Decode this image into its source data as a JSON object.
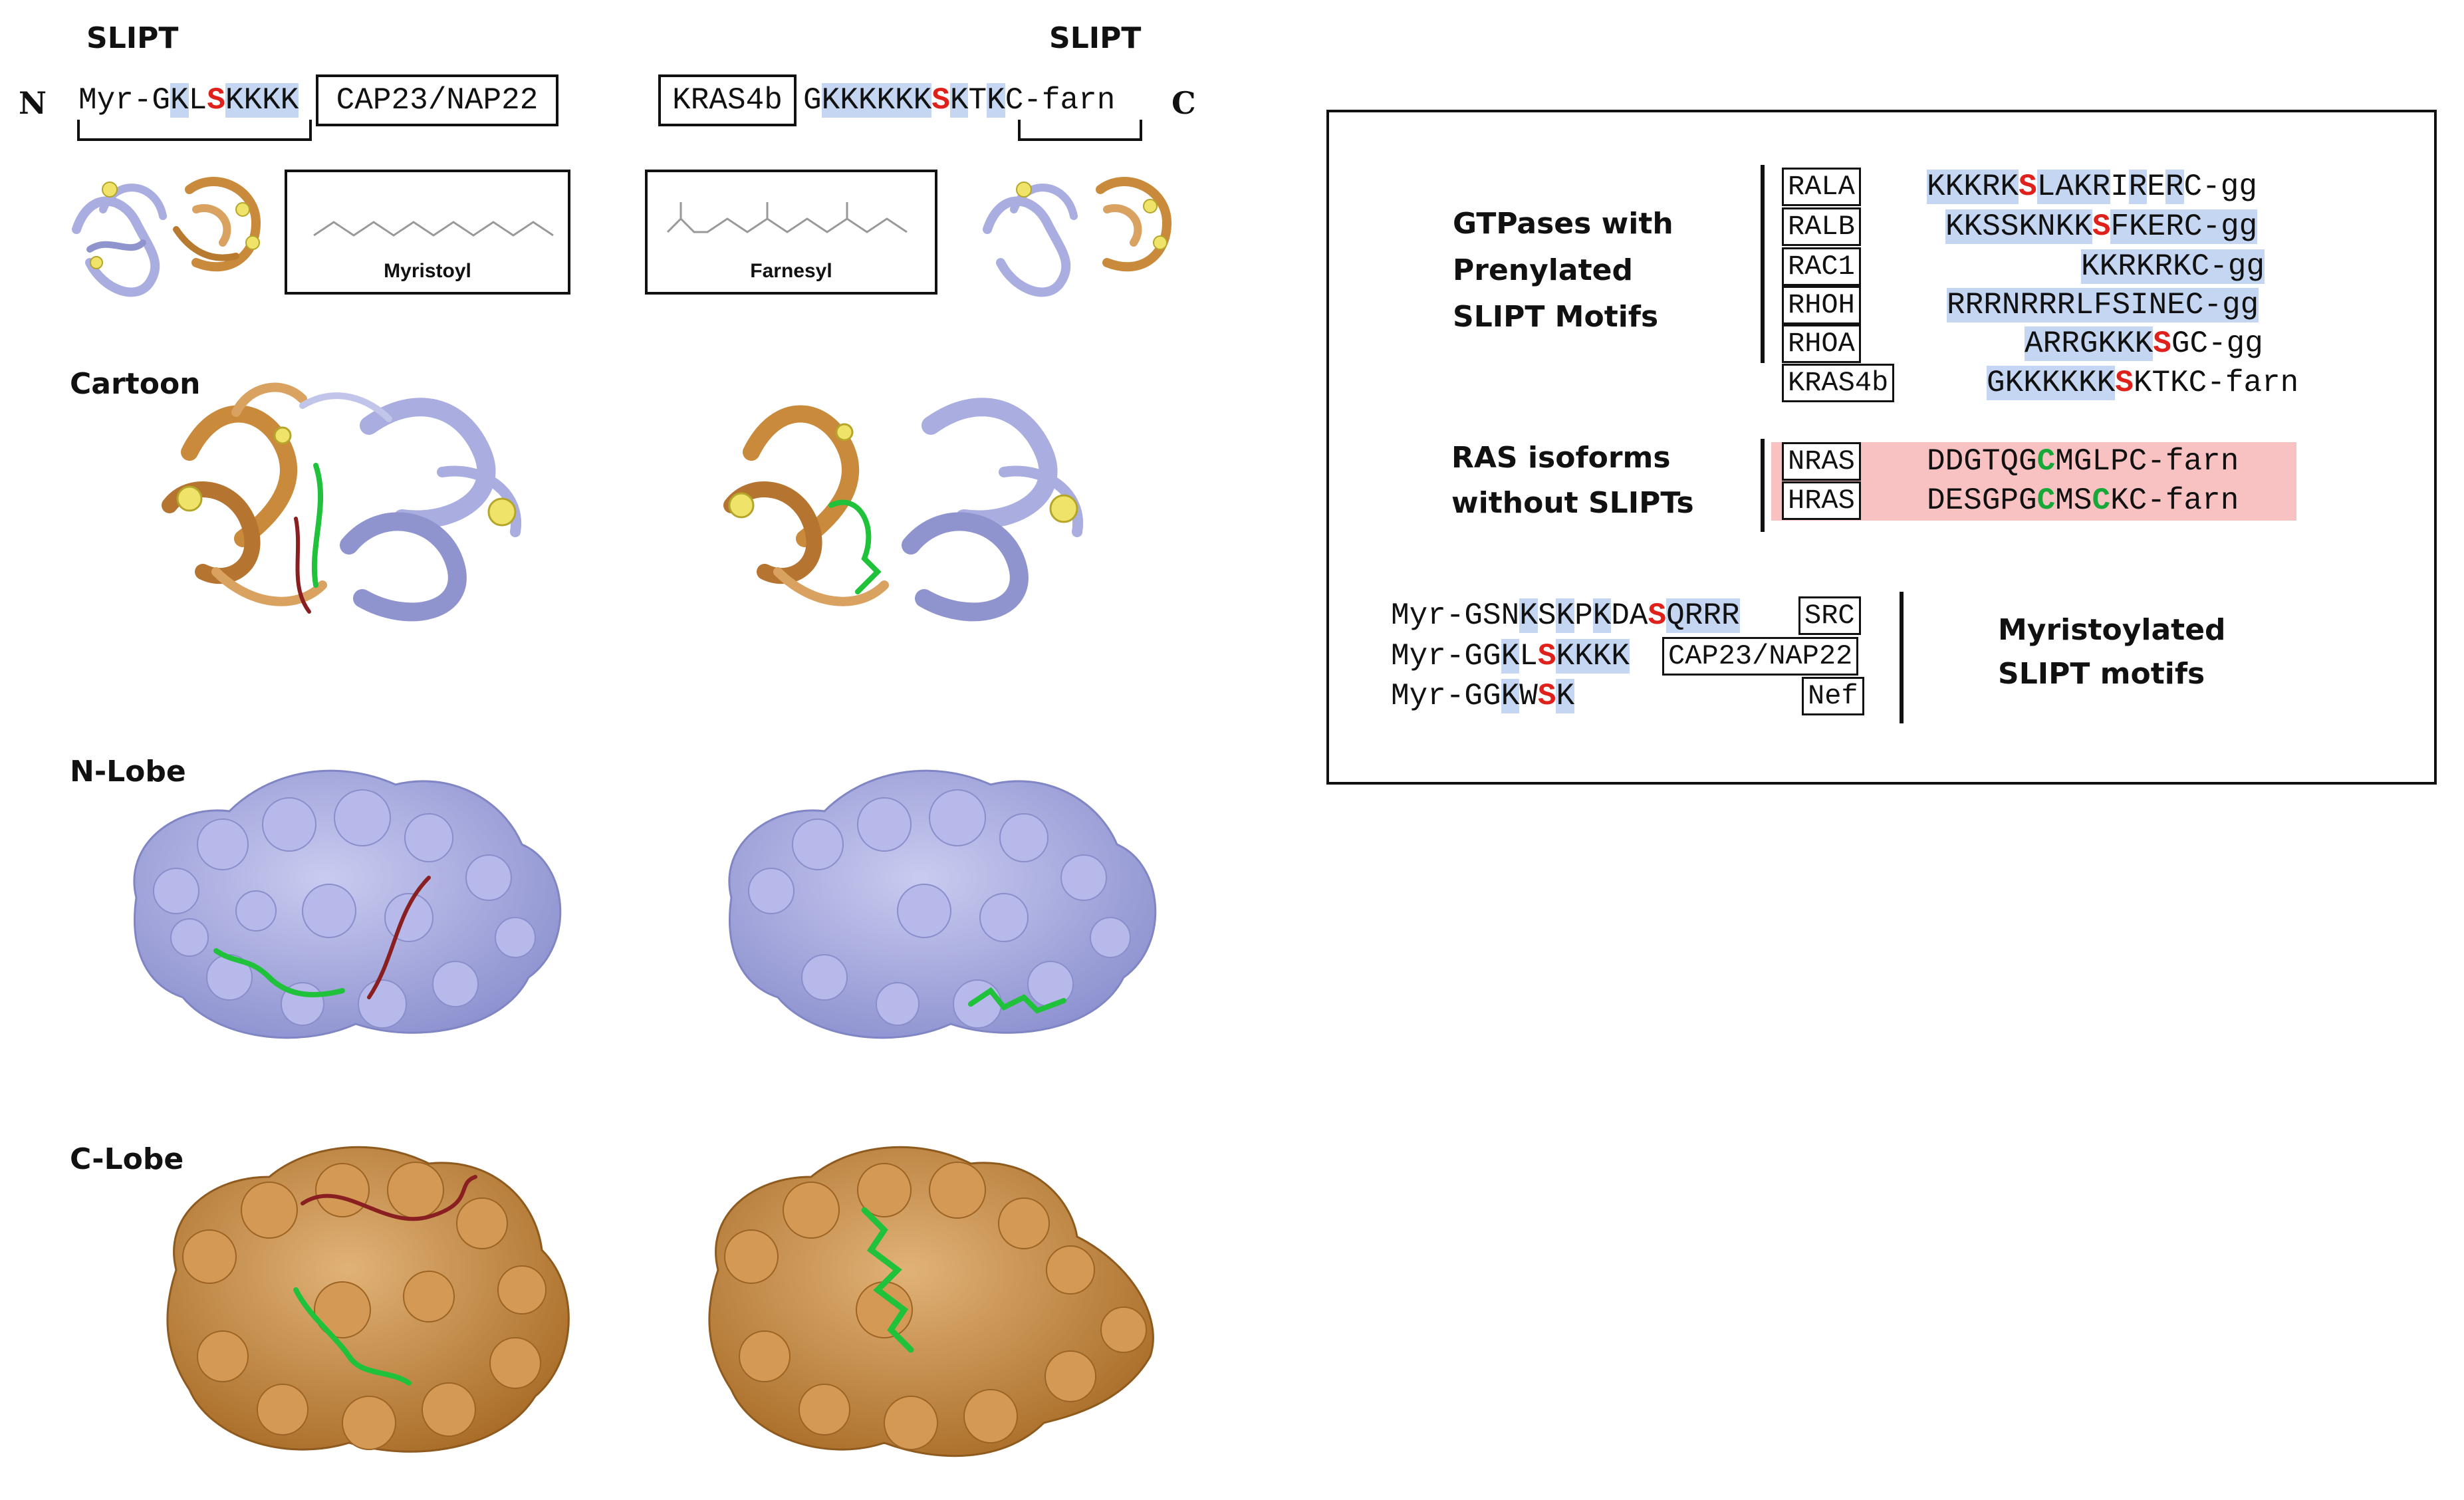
{
  "top": {
    "slipt_left": "SLIPT",
    "slipt_right": "SLIPT",
    "n_term": "N",
    "c_term": "C",
    "left_seq": [
      "Myr-G",
      "K",
      "L",
      "S",
      "KKKK"
    ],
    "left_tag": "CAP23/NAP22",
    "right_tag": "KRAS4b",
    "right_seq": [
      "G",
      "KKKKKK",
      "S",
      "K",
      "T",
      "K",
      "C-farn"
    ],
    "myristoyl_label": "Myristoyl",
    "farnesyl_label": "Farnesyl"
  },
  "rows": {
    "cartoon": "Cartoon",
    "nlobe": "N-Lobe",
    "clobe": "C-Lobe"
  },
  "panel": {
    "gtpases_label": [
      "GTPases with",
      "Prenylated",
      "SLIPT Motifs"
    ],
    "gtpases": [
      {
        "name": "RALA",
        "seq": [
          [
            "KKKRK",
            "hl"
          ],
          [
            "S",
            "red"
          ],
          [
            "LAKR",
            "hl"
          ],
          [
            "I",
            "n"
          ],
          [
            "R",
            "hl"
          ],
          [
            "E",
            "n"
          ],
          [
            "R",
            "hl"
          ],
          [
            "C-gg",
            "n"
          ]
        ]
      },
      {
        "name": "RALB",
        "seq": [
          [
            "KKSSKNKK",
            "hl"
          ],
          [
            "S",
            "red"
          ],
          [
            "FKERC-gg",
            "hl"
          ]
        ]
      },
      {
        "name": "RAC1",
        "seq": [
          [
            "KKRKRKC-gg",
            "hl"
          ]
        ]
      },
      {
        "name": "RHOH",
        "seq": [
          [
            "RRRNRRRLFSINEC-gg",
            "hl"
          ]
        ]
      },
      {
        "name": "RHOA",
        "seq": [
          [
            "ARRGKKK",
            "hl"
          ],
          [
            "S",
            "red"
          ],
          [
            "GC-gg",
            "n"
          ]
        ]
      },
      {
        "name": "KRAS4b",
        "seq": [
          [
            "GKKKKKK",
            "hl"
          ],
          [
            "S",
            "red"
          ],
          [
            "KTKC-farn",
            "n"
          ]
        ]
      }
    ],
    "ras_label": [
      "RAS isoforms",
      "without SLIPTs"
    ],
    "ras": [
      {
        "name": "NRAS",
        "seq": [
          [
            "DDGTQG",
            "n"
          ],
          [
            "C",
            "grn"
          ],
          [
            "MGLPC-farn",
            "n"
          ]
        ]
      },
      {
        "name": "HRAS",
        "seq": [
          [
            "DESGPG",
            "n"
          ],
          [
            "C",
            "grn"
          ],
          [
            "MS",
            "n"
          ],
          [
            "C",
            "grn"
          ],
          [
            "KC-farn",
            "n"
          ]
        ]
      }
    ],
    "myr": [
      {
        "name": "SRC",
        "seq": [
          [
            "Myr-GSN",
            "n"
          ],
          [
            "K",
            "hl"
          ],
          [
            "S",
            "n"
          ],
          [
            "K",
            "hl"
          ],
          [
            "P",
            "n"
          ],
          [
            "K",
            "hl"
          ],
          [
            "DA",
            "n"
          ],
          [
            "S",
            "red"
          ],
          [
            "QRRR",
            "hl"
          ]
        ]
      },
      {
        "name": "CAP23/NAP22",
        "seq": [
          [
            "Myr-GG",
            "n"
          ],
          [
            "K",
            "hl"
          ],
          [
            "L",
            "n"
          ],
          [
            "S",
            "red"
          ],
          [
            "KKKK",
            "hl"
          ]
        ]
      },
      {
        "name": "Nef",
        "seq": [
          [
            "Myr-GG",
            "n"
          ],
          [
            "K",
            "hl"
          ],
          [
            "W",
            "n"
          ],
          [
            "S",
            "red"
          ],
          [
            "K",
            "hl"
          ]
        ]
      }
    ],
    "myr_label": [
      "Myristoylated",
      "SLIPT motifs"
    ]
  },
  "colors": {
    "nlobe": "#a9ade0",
    "clobe": "#c98a3c",
    "ligand": "#1fc23a",
    "peptide": "#8a1f22",
    "highlight": "#c5d6f2",
    "ras_bg": "#f9c2c2"
  }
}
